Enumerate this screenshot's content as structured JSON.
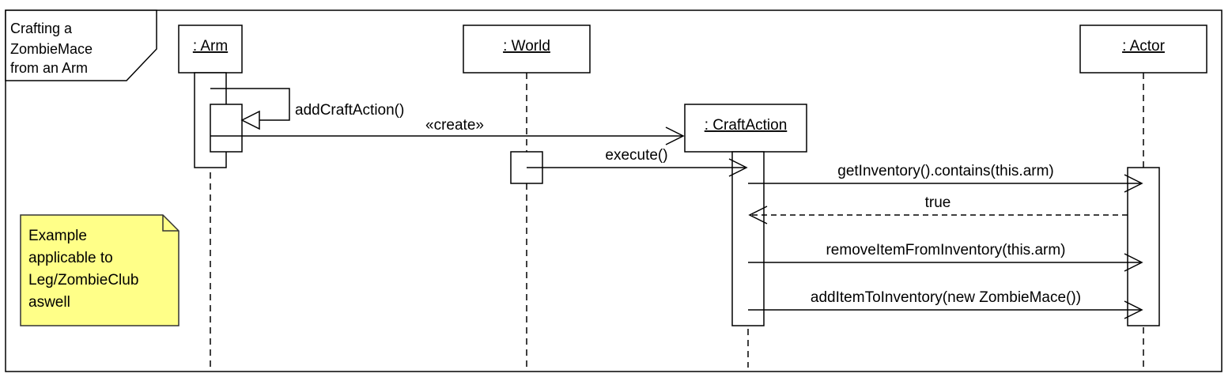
{
  "frame": {
    "title_lines": [
      "Crafting a",
      "ZombieMace",
      "from an Arm"
    ]
  },
  "lifelines": {
    "arm": ": Arm",
    "world": ": World",
    "craft_action": ": CraftAction",
    "actor": ": Actor"
  },
  "messages": {
    "add_craft_action": "addCraftAction()",
    "create": "«create»",
    "execute": "execute()",
    "get_inventory": "getInventory().contains(this.arm)",
    "return_true": "true",
    "remove_item": "removeItemFromInventory(this.arm)",
    "add_item": "addItemToInventory(new ZombieMace())"
  },
  "note": {
    "lines": [
      "Example",
      "applicable to",
      "Leg/ZombieClub",
      "aswell"
    ]
  },
  "colors": {
    "note_fill": "#ffff88",
    "note_border": "#333333",
    "stroke": "#000000",
    "background": "#ffffff"
  }
}
